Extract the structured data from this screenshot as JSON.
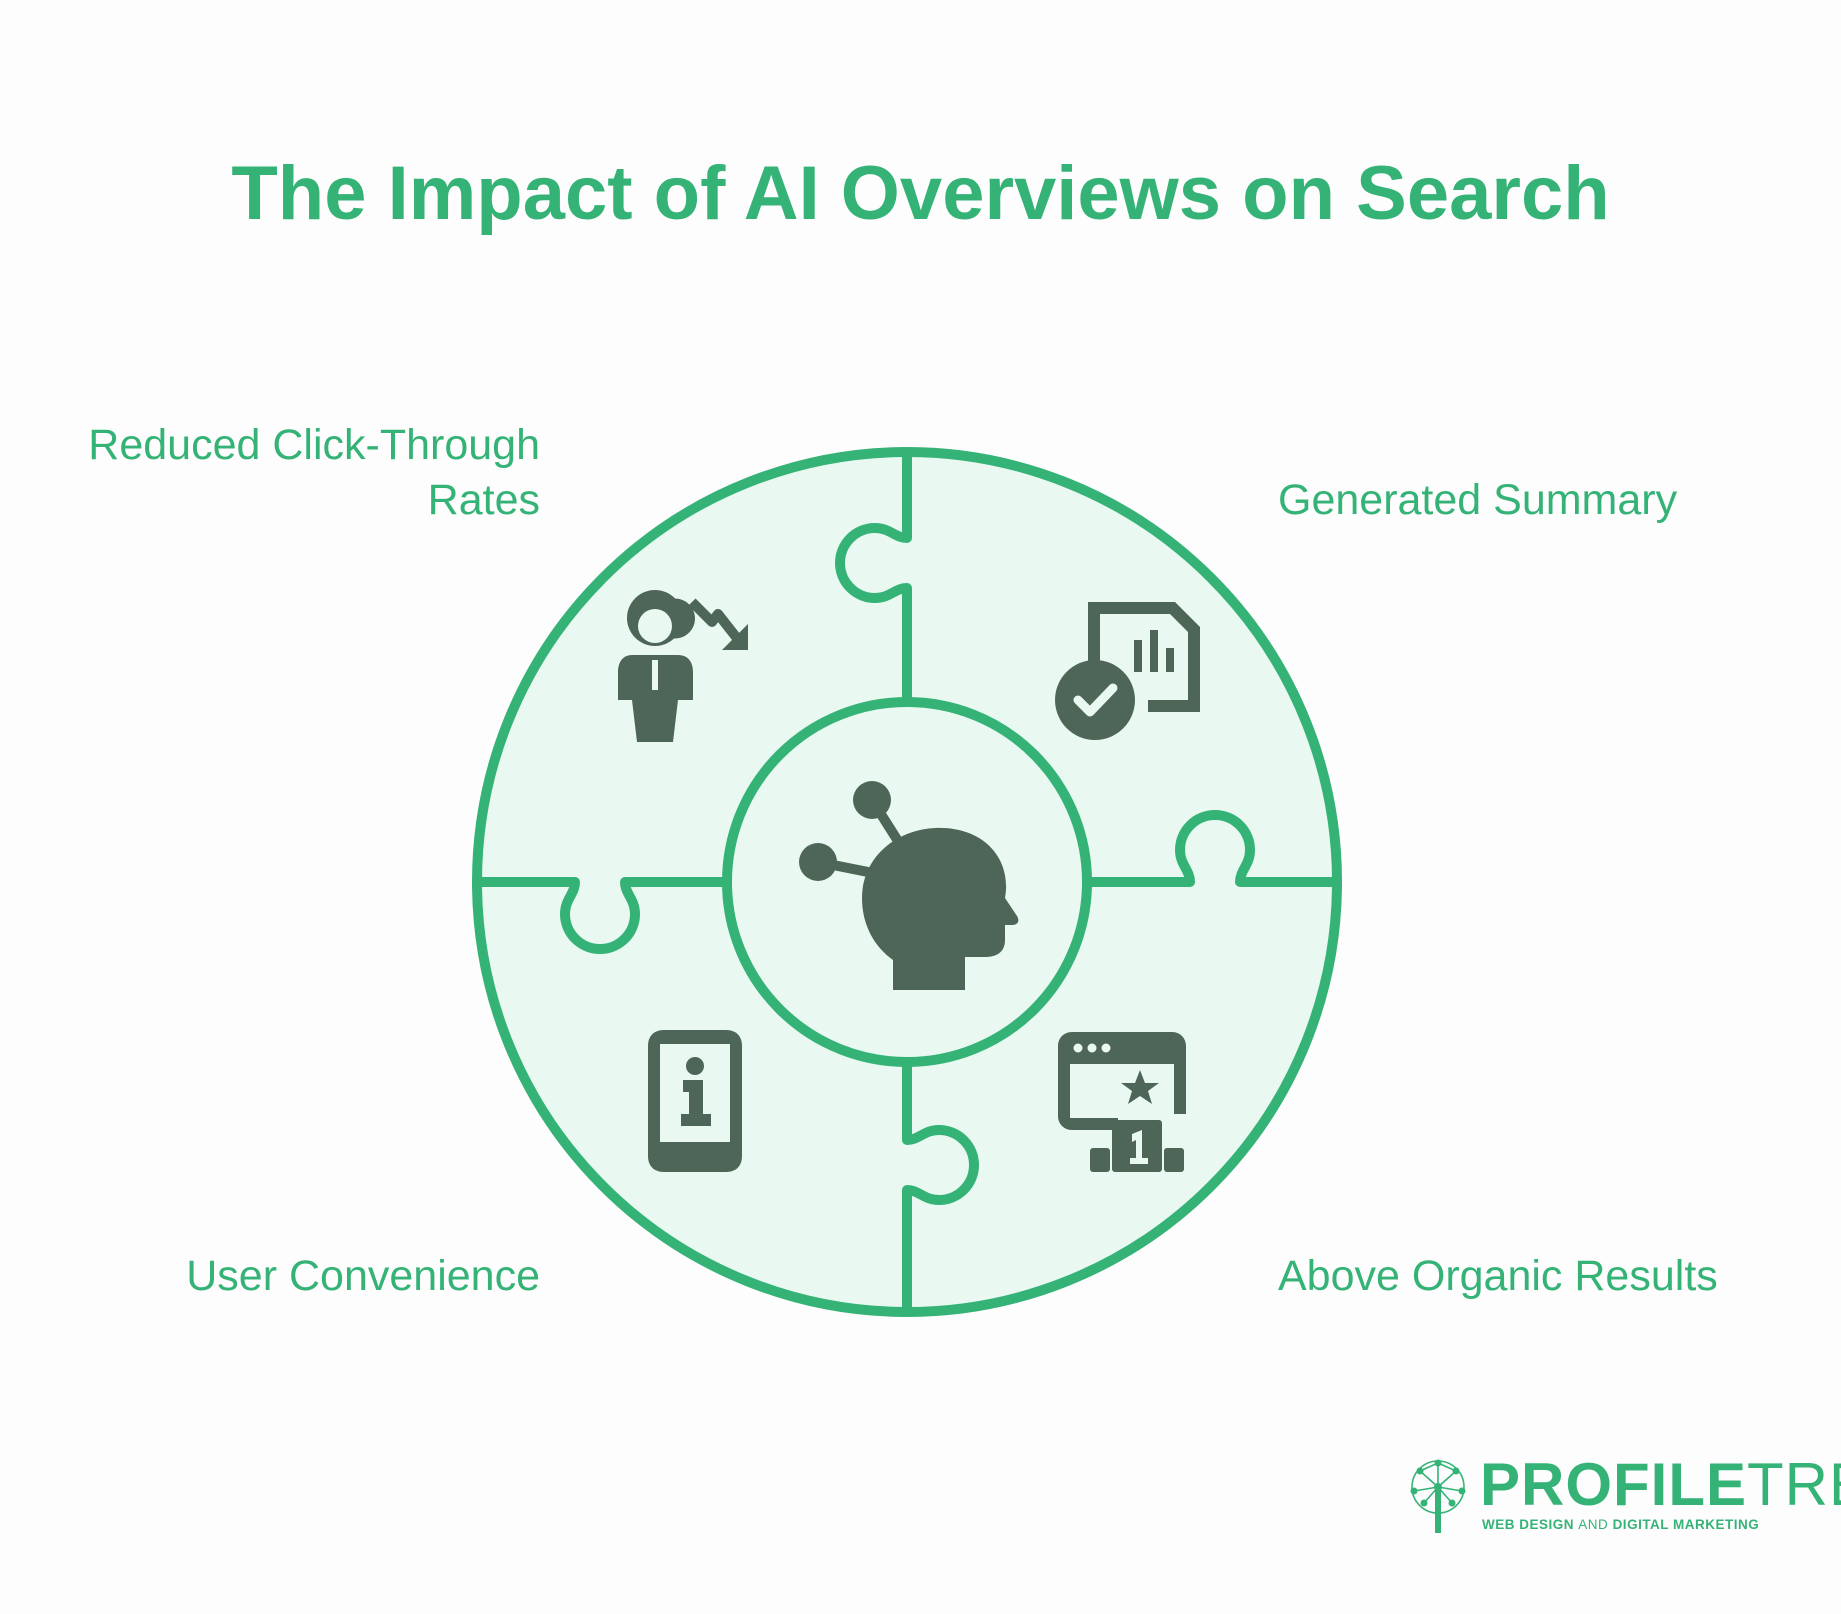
{
  "title": "The Impact of AI Overviews on Search",
  "segments": [
    {
      "label_lines": [
        "Reduced Click-Through",
        "Rates"
      ],
      "icon": "person-declining-arrow-icon"
    },
    {
      "label_lines": [
        "Generated Summary"
      ],
      "icon": "document-chart-check-icon"
    },
    {
      "label_lines": [
        "User Convenience"
      ],
      "icon": "phone-info-icon"
    },
    {
      "label_lines": [
        "Above Organic Results"
      ],
      "icon": "browser-star-podium-icon"
    }
  ],
  "center_icon": "ai-head-network-icon",
  "colors": {
    "accent": "#35b377",
    "fill": "#e9f9f1",
    "icon": "#4d6658",
    "background": "#fdfdfd"
  },
  "logo": {
    "brand_bold": "PROFILE",
    "brand_light": "TREE",
    "tagline_part1": "WEB DESIGN",
    "tagline_part2": "AND",
    "tagline_part3": "DIGITAL MARKETING"
  }
}
